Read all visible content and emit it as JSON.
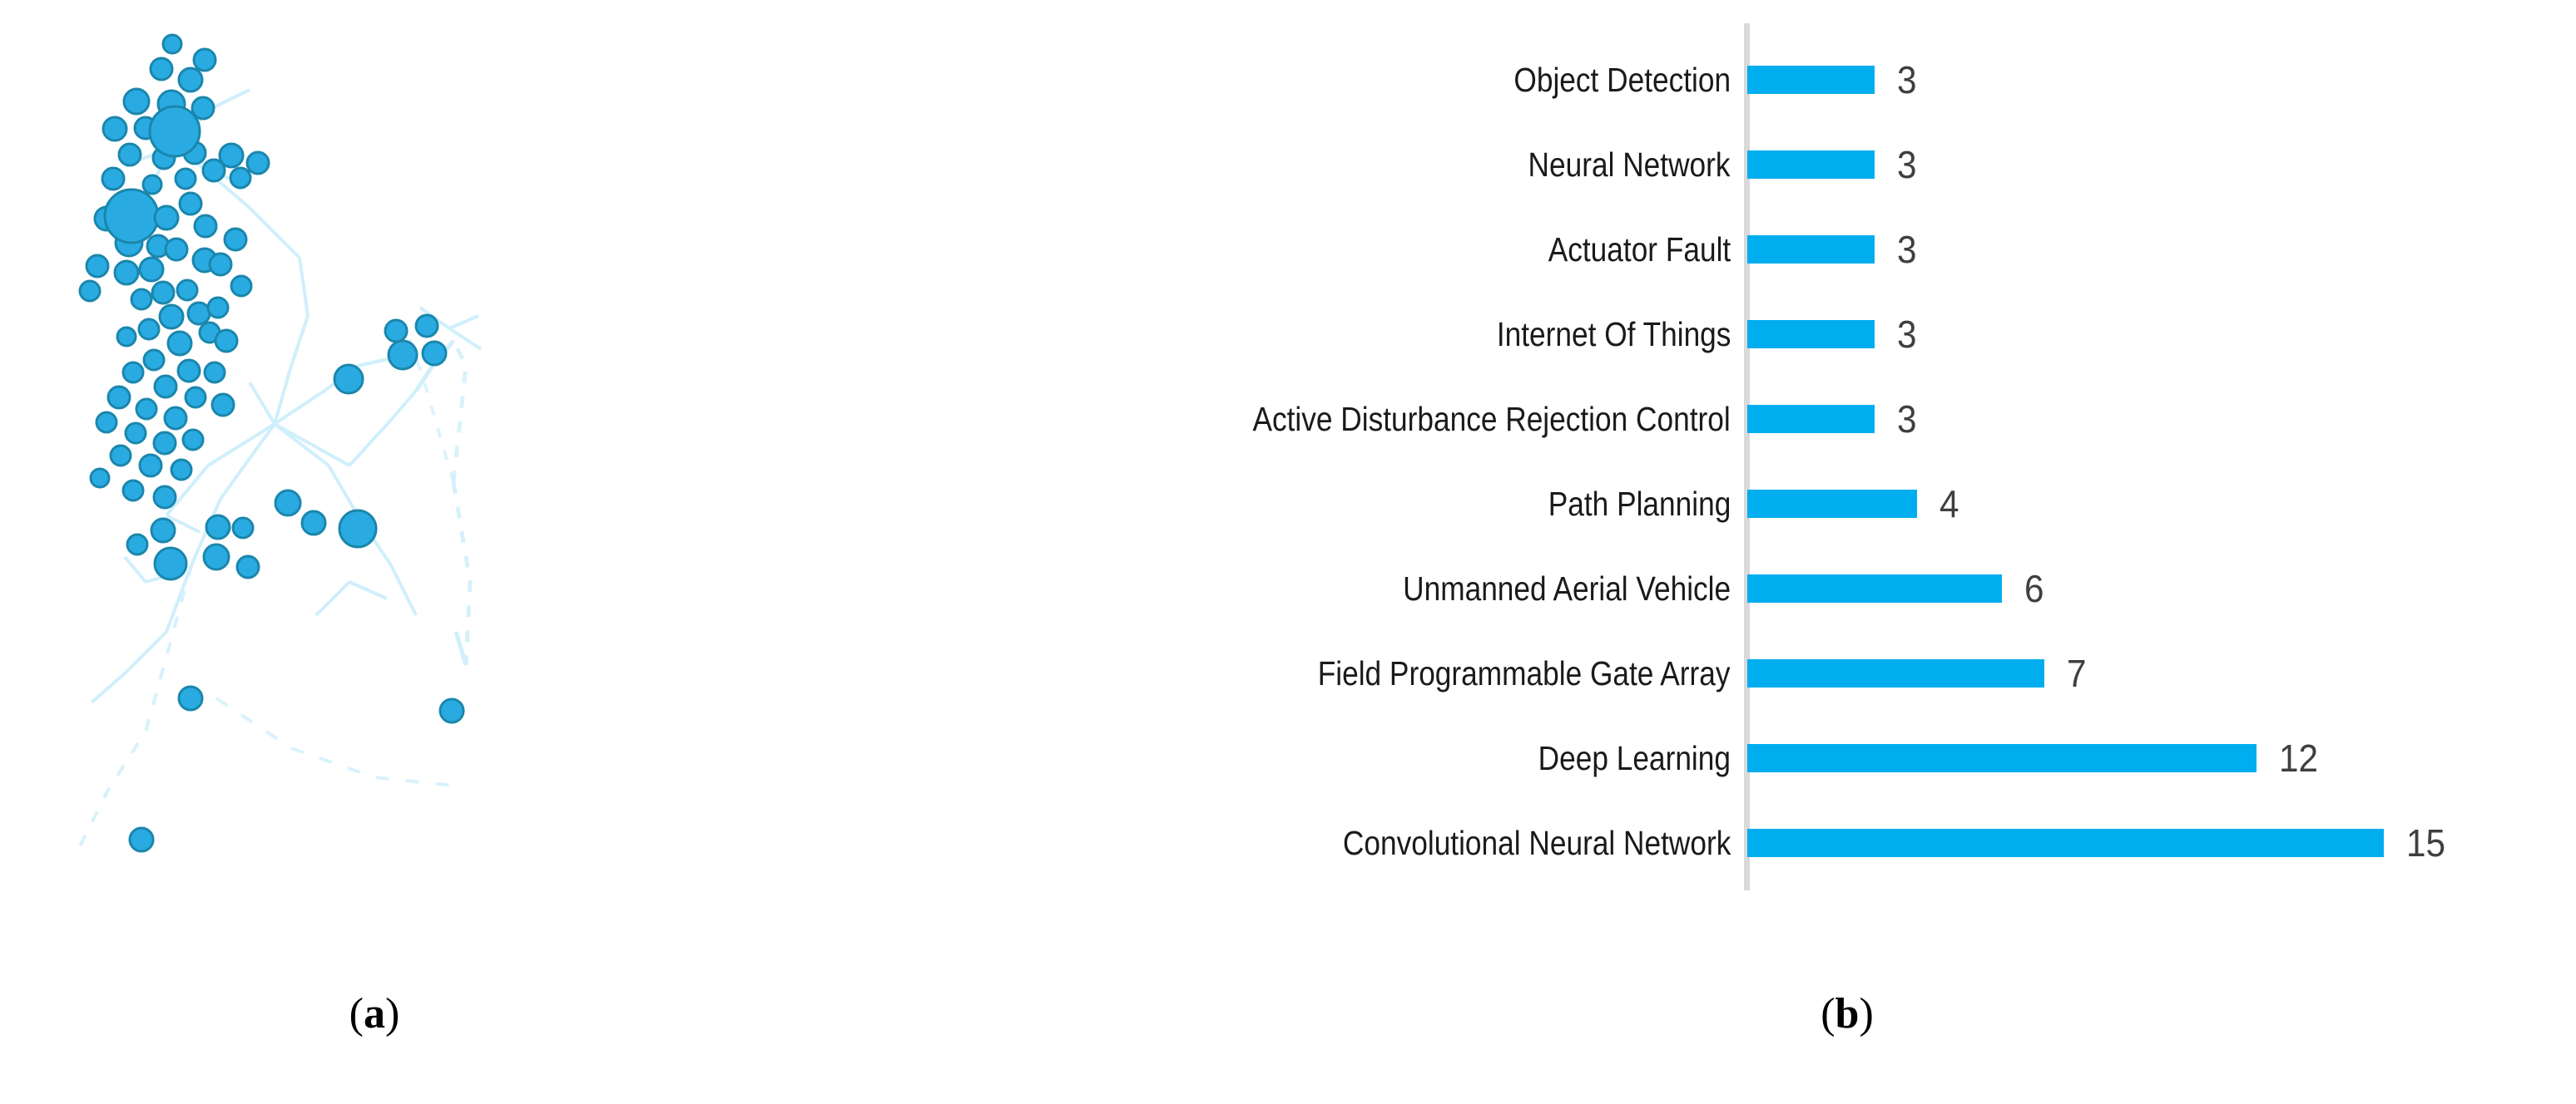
{
  "figure": {
    "panels": [
      {
        "id": "a",
        "caption": "(a)",
        "type": "network-graph",
        "label_open": "(",
        "letter": "a",
        "label_close": ")"
      },
      {
        "id": "b",
        "caption": "(b)",
        "type": "bar-chart",
        "label_open": "(",
        "letter": "b",
        "label_close": ")"
      }
    ]
  },
  "colors": {
    "bar_blue": "#00ADEF",
    "node_fill": "#29ABE2",
    "node_stroke": "#1B7A9E",
    "edge": "#CFEFFB",
    "axis_grey": "#D9D9D9",
    "value_text": "#3F3F3F",
    "label_text": "#1A1A1A"
  },
  "chart_data": {
    "type": "bar",
    "orientation": "horizontal",
    "title": "",
    "xlabel": "",
    "ylabel": "",
    "grid": false,
    "legend": null,
    "xlim": [
      0,
      15
    ],
    "categories": [
      "Object Detection",
      "Neural Network",
      "Actuator Fault",
      "Internet Of Things",
      "Active Disturbance Rejection Control",
      "Path Planning",
      "Unmanned Aerial Vehicle",
      "Field Programmable Gate Array",
      "Deep Learning",
      "Convolutional Neural Network"
    ],
    "values": [
      3,
      3,
      3,
      3,
      3,
      4,
      6,
      7,
      12,
      15
    ],
    "value_labels": [
      "3",
      "3",
      "3",
      "3",
      "3",
      "4",
      "6",
      "7",
      "12",
      "15"
    ]
  },
  "network_graph": {
    "description": "keyword co-occurrence cluster map",
    "node_count": 78,
    "hub_nodes": 2
  }
}
